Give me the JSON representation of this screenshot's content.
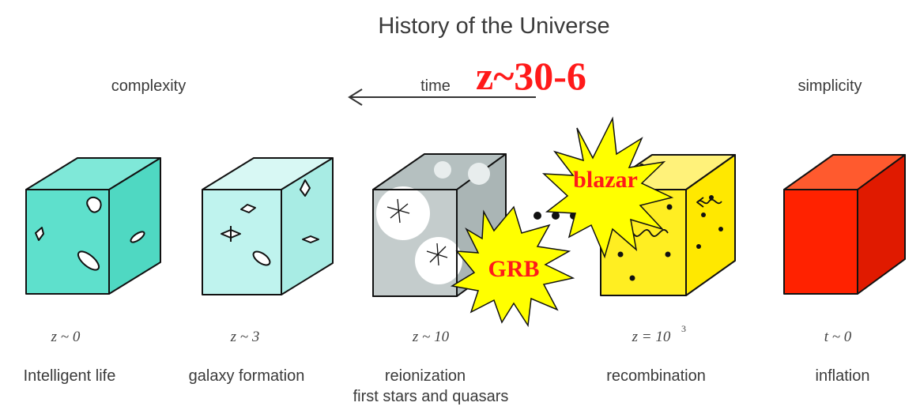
{
  "title": "History of the Universe",
  "header": {
    "left": "complexity",
    "center": "time",
    "right": "simplicity",
    "redshift_overlay": "z~30-6"
  },
  "cubes": [
    {
      "z": "z ~ 0",
      "caption": "Intelligent life",
      "color": "#5ee0cc"
    },
    {
      "z": "z ~ 3",
      "caption": "galaxy formation",
      "color": "#bff3ee"
    },
    {
      "z": "z ~ 10",
      "caption": "reionization",
      "subcaption": "first stars and quasars",
      "color": "#c4cccc"
    },
    {
      "z": "z = 10",
      "z_exp": "3",
      "caption": "recombination",
      "color": "#ffee22"
    },
    {
      "z": "t ~ 0",
      "caption": "inflation",
      "color": "#ff2200"
    }
  ],
  "bursts": {
    "blazar": {
      "label": "blazar",
      "color": "#ffff00"
    },
    "grb": {
      "label": "GRB",
      "color": "#ffff00"
    }
  },
  "text_color_accent": "#ff1a1a"
}
